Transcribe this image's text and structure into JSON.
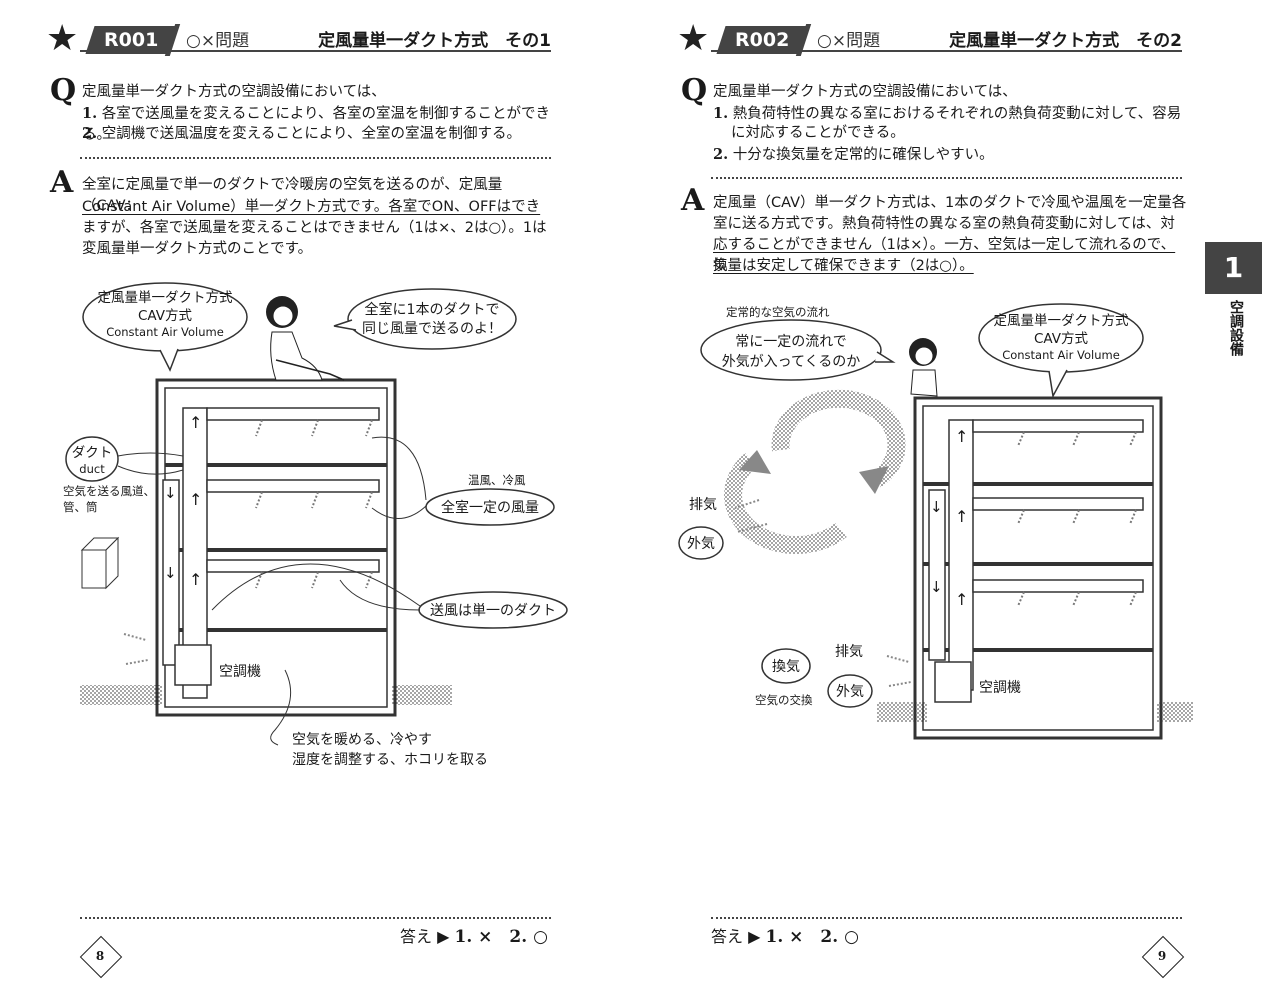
{
  "left": {
    "code": "R001",
    "qtype": "○×問題",
    "title": "定風量単一ダクト方式　その1",
    "question_intro": "定風量単一ダクト方式の空調設備においては、",
    "q1_num": "1.",
    "q1": "各室で送風量を変えることにより、各室の室温を制御することができる。",
    "q2_num": "2.",
    "q2": "空調機で送風温度を変えることにより、全室の室温を制御する。",
    "answer_lines": [
      "全室に定風量で単一のダクトで冷暖房の空気を送るのが、定風量（CAV：",
      "Constant Air Volume）単一ダクト方式です。各室でON、OFFはでき",
      "ますが、各室で送風量を変えることはできません（1は×、2は○）。1は",
      "変風量単一ダクト方式のことです。"
    ],
    "fig": {
      "bubble_cav_1": "定風量単一ダクト方式",
      "bubble_cav_2": "CAV方式",
      "bubble_cav_3": "Constant Air Volume",
      "bubble_girl_1": "全室に1本のダクトで",
      "bubble_girl_2": "同じ風量で送るのよ！",
      "duct_jp": "ダクト",
      "duct_en": "duct",
      "duct_desc_1": "空気を送る風道、",
      "duct_desc_2": "管、筒",
      "warm_cool": "温風、冷風",
      "same_volume": "全室一定の風量",
      "single_duct": "送風は単一のダクト",
      "ahu": "空調機",
      "ahu_desc_1": "空気を暖める、冷やす",
      "ahu_desc_2": "湿度を調整する、ホコリを取る"
    },
    "answer_label": "答え ▶",
    "answer_values": "1. ×　2. ○",
    "page_number": "8"
  },
  "right": {
    "code": "R002",
    "qtype": "○×問題",
    "title": "定風量単一ダクト方式　その2",
    "question_intro": "定風量単一ダクト方式の空調設備においては、",
    "q1_num": "1.",
    "q1a": "熱負荷特性の異なる室におけるそれぞれの熱負荷変動に対して、容易",
    "q1b": "に対応することができる。",
    "q2_num": "2.",
    "q2": "十分な換気量を定常的に確保しやすい。",
    "answer_lines": [
      "定風量（CAV）単一ダクト方式は、1本のダクトで冷風や温風を一定量各",
      "室に送る方式です。熱負荷特性の異なる室の熱負荷変動に対しては、対",
      "応することができません（1は×）。一方、空気は一定して流れるので、換",
      "気量は安定して確保できます（2は○）。"
    ],
    "fig": {
      "steady_flow": "定常的な空気の流れ",
      "bubble_boy_1": "常に一定の流れで",
      "bubble_boy_2": "外気が入ってくるのか",
      "bubble_cav_1": "定風量単一ダクト方式",
      "bubble_cav_2": "CAV方式",
      "bubble_cav_3": "Constant Air Volume",
      "exhaust": "排気",
      "outside_air": "外気",
      "ventilation": "換気",
      "air_exchange": "空気の交換",
      "ahu": "空調機"
    },
    "answer_label": "答え ▶",
    "answer_values": "1. ×　2. ○",
    "page_number": "9"
  },
  "chapter": {
    "number": "1",
    "title": "空調設備"
  }
}
